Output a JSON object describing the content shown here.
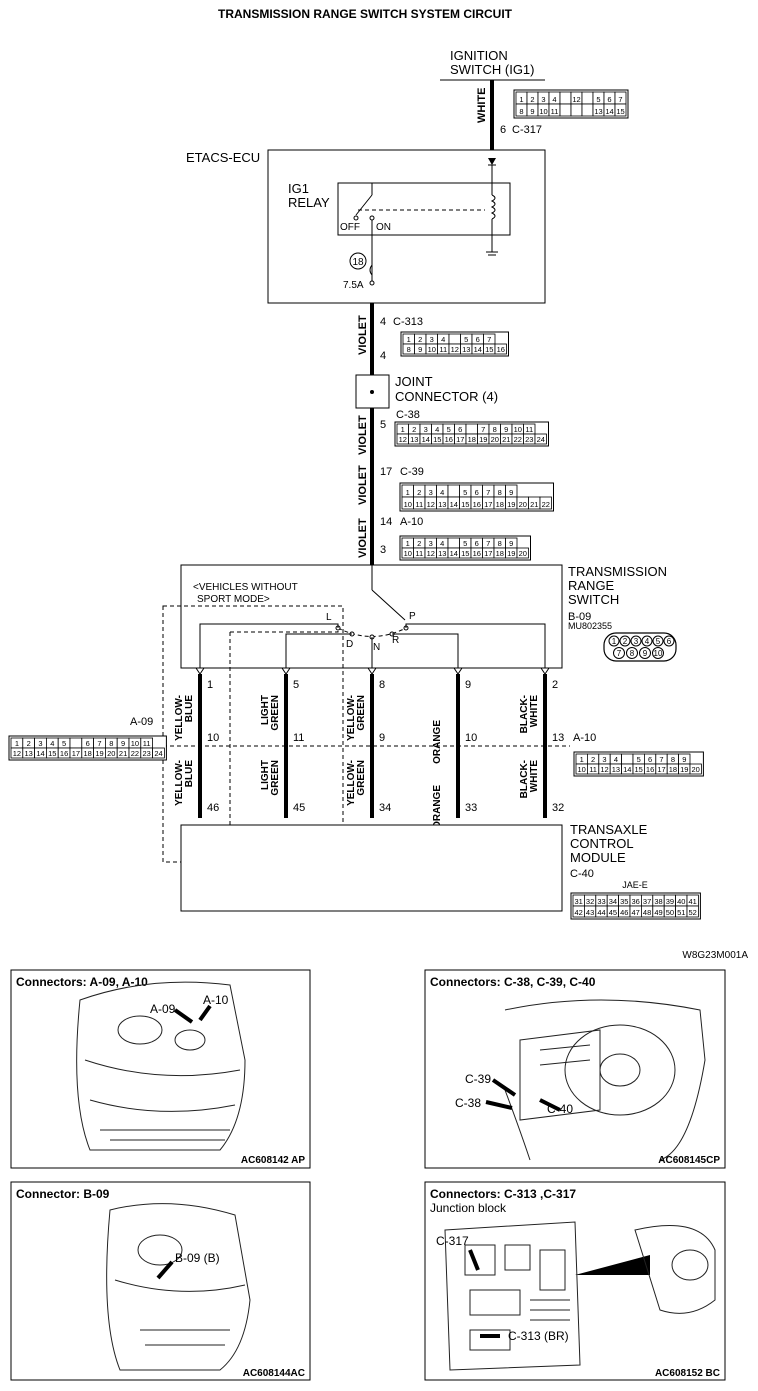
{
  "title": "TRANSMISSION RANGE SWITCH SYSTEM CIRCUIT",
  "figure_code": "W8G23M001A",
  "ignition_switch": {
    "label_line1": "IGNITION",
    "label_line2": "SWITCH (IG1)",
    "wire_color": "WHITE",
    "pin": "6",
    "connector": "C-317"
  },
  "etacs": {
    "label": "ETACS-ECU",
    "relay_line1": "IG1",
    "relay_line2": "RELAY",
    "off": "OFF",
    "on": "ON",
    "fuse_no": "18",
    "fuse_rating": "7.5A"
  },
  "c313": {
    "pin_top": "4",
    "name": "C-313",
    "pin_bottom": "4",
    "wire": "VIOLET"
  },
  "joint_connector": {
    "line1": "JOINT",
    "line2": "CONNECTOR (4)"
  },
  "c38": {
    "pin": "5",
    "name": "C-38",
    "wire": "VIOLET"
  },
  "c39": {
    "pin": "17",
    "name": "C-39",
    "wire": "VIOLET"
  },
  "a10_top": {
    "pin_top": "14",
    "name": "A-10",
    "pin_bottom": "3",
    "wire": "VIOLET"
  },
  "trs": {
    "line1": "TRANSMISSION",
    "line2": "RANGE",
    "line3": "SWITCH",
    "connector": "B-09",
    "part_no": "MU802355",
    "note_line1": "<VEHICLES WITHOUT",
    "note_line2": "SPORT MODE>",
    "pos_L": "L",
    "pos_P": "P",
    "pos_D": "D",
    "pos_N": "N",
    "pos_R": "R"
  },
  "wires": [
    {
      "top_pin": "1",
      "color1": "YELLOW-",
      "color2": "BLUE",
      "mid_pin": "10",
      "bottom_pin": "46"
    },
    {
      "top_pin": "5",
      "color1": "LIGHT",
      "color2": "GREEN",
      "mid_pin": "11",
      "bottom_pin": "45"
    },
    {
      "top_pin": "8",
      "color1": "YELLOW-",
      "color2": "GREEN",
      "mid_pin": "9",
      "bottom_pin": "34"
    },
    {
      "top_pin": "9",
      "color1": "ORANGE",
      "color2": "",
      "mid_pin": "10",
      "bottom_pin": "33"
    },
    {
      "top_pin": "2",
      "color1": "BLACK-",
      "color2": "WHITE",
      "mid_pin": "13",
      "bottom_pin": "32"
    }
  ],
  "a09": {
    "name": "A-09"
  },
  "a10_mid": {
    "name": "A-10"
  },
  "tcm": {
    "line1": "TRANSAXLE",
    "line2": "CONTROL",
    "line3": "MODULE",
    "connector": "C-40",
    "code": "JAE-E"
  },
  "connector_faces": {
    "c317_row1": [
      "1",
      "2",
      "3",
      "4",
      "",
      "12",
      "",
      "5",
      "6",
      "7"
    ],
    "c317_row2": [
      "8",
      "9",
      "10",
      "11",
      "",
      "",
      "",
      "13",
      "14",
      "15"
    ],
    "c313_row1": [
      "1",
      "2",
      "3",
      "4",
      "",
      "5",
      "6",
      "7"
    ],
    "c313_row2": [
      "8",
      "9",
      "10",
      "11",
      "12",
      "13",
      "14",
      "15",
      "16"
    ],
    "c38_row1": [
      "1",
      "2",
      "3",
      "4",
      "5",
      "6",
      "",
      "7",
      "8",
      "9",
      "10",
      "11"
    ],
    "c38_row2": [
      "12",
      "13",
      "14",
      "15",
      "16",
      "17",
      "18",
      "19",
      "20",
      "21",
      "22",
      "23",
      "24"
    ],
    "c39_row1": [
      "1",
      "2",
      "3",
      "4",
      "",
      "5",
      "6",
      "7",
      "8",
      "9"
    ],
    "c39_row2": [
      "10",
      "11",
      "12",
      "13",
      "14",
      "15",
      "16",
      "17",
      "18",
      "19",
      "20",
      "21",
      "22"
    ],
    "a10_row1": [
      "1",
      "2",
      "3",
      "4",
      "",
      "5",
      "6",
      "7",
      "8",
      "9"
    ],
    "a10_row2": [
      "10",
      "11",
      "12",
      "13",
      "14",
      "15",
      "16",
      "17",
      "18",
      "19",
      "20"
    ],
    "a09_row1": [
      "1",
      "2",
      "3",
      "4",
      "5",
      "",
      "6",
      "7",
      "8",
      "9",
      "10",
      "11"
    ],
    "a09_row2": [
      "12",
      "13",
      "14",
      "15",
      "16",
      "17",
      "18",
      "19",
      "20",
      "21",
      "22",
      "23",
      "24"
    ],
    "b09_row1": [
      "1",
      "2",
      "3",
      "4",
      "5",
      "6"
    ],
    "b09_row2": [
      "7",
      "8",
      "9",
      "10"
    ],
    "c40_row1": [
      "31",
      "32",
      "33",
      "34",
      "35",
      "36",
      "37",
      "38",
      "39",
      "40",
      "41"
    ],
    "c40_row2": [
      "42",
      "43",
      "44",
      "45",
      "46",
      "47",
      "48",
      "49",
      "50",
      "51",
      "52"
    ]
  },
  "panels": [
    {
      "title": "Connectors: A-09, A-10",
      "labels": [
        "A-09",
        "A-10"
      ],
      "code": "AC608142 AP"
    },
    {
      "title": "Connectors: C-38, C-39, C-40",
      "labels": [
        "C-39",
        "C-38",
        "C-40"
      ],
      "code": "AC608145CP"
    },
    {
      "title": "Connector: B-09",
      "labels": [
        "B-09 (B)"
      ],
      "code": "AC608144AC"
    },
    {
      "title": "Connectors: C-313 ,C-317",
      "subtitle": "Junction block",
      "labels": [
        "C-317",
        "C-313 (BR)"
      ],
      "code": "AC608152 BC"
    }
  ]
}
